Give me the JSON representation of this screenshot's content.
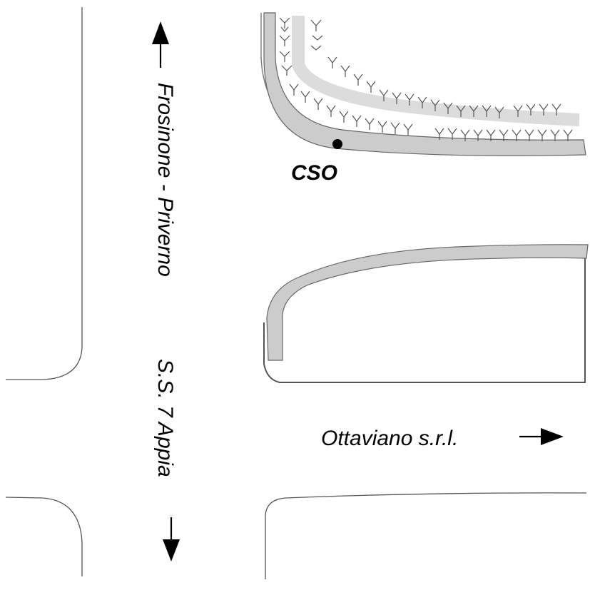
{
  "map": {
    "road_north_south": {
      "name_line1": "Frosinone - Priverno",
      "name_line2": "S.S. 7 Appia"
    },
    "road_east": {
      "name": "Ottaviano s.r.l."
    },
    "point_label": "CSO",
    "colors": {
      "background": "#ffffff",
      "road_edge": "#555555",
      "kerb_band": "#cccccc",
      "vegetation": "#555555",
      "text": "#000000"
    },
    "icons": [
      "arrow-up-icon",
      "arrow-down-icon",
      "arrow-right-icon",
      "grass-tuft-icon",
      "point-marker-icon"
    ]
  }
}
